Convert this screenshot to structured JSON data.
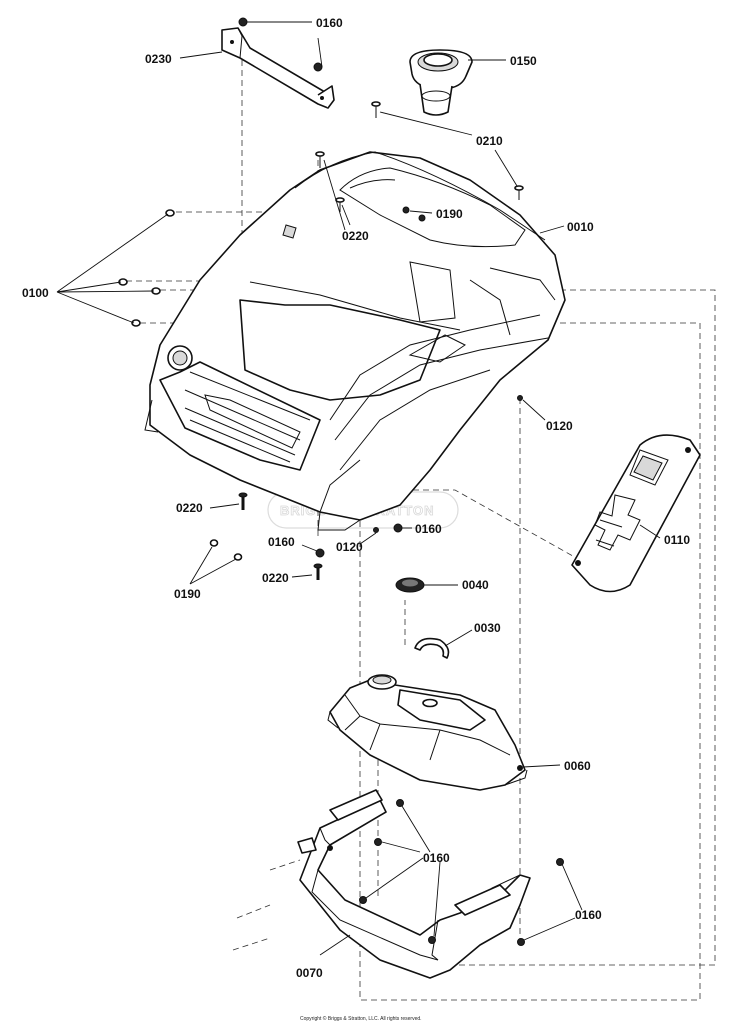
{
  "labels": {
    "l0160_top": "0160",
    "l0230": "0230",
    "l0150": "0150",
    "l0210": "0210",
    "l0190_top": "0190",
    "l0220_top": "0220",
    "l0010": "0010",
    "l0100": "0100",
    "l0120_right": "0120",
    "l0110": "0110",
    "l0220_mid": "0220",
    "l0160_mid": "0160",
    "l0120_mid": "0120",
    "l0160_left": "0160",
    "l0220_low": "0220",
    "l0190_low": "0190",
    "l0040": "0040",
    "l0030": "0030",
    "l0060": "0060",
    "l0160_bracket": "0160",
    "l0160_right": "0160",
    "l0070": "0070"
  },
  "watermark": "BRIGGS & STRATTON",
  "copyright": "Copyright © Briggs & Stratton, LLC. All rights reserved."
}
